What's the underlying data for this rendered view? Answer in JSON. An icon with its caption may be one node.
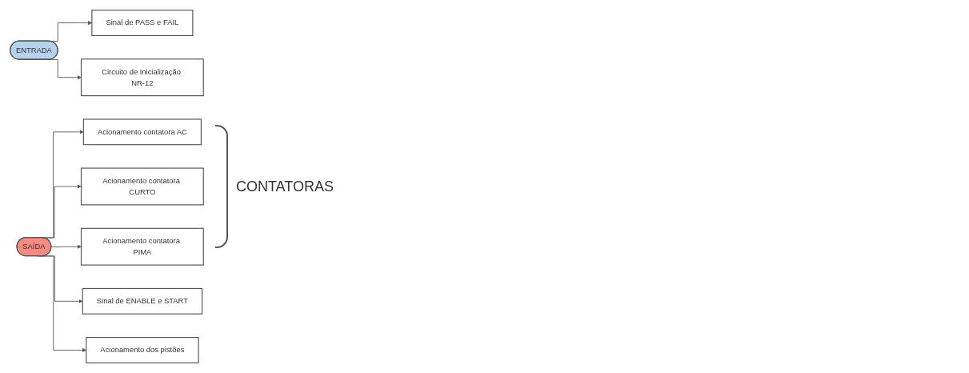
{
  "diagram": {
    "nodes": [
      {
        "text": [
          "ENTRADA"
        ]
      },
      {
        "text": [
          "Sinal de PASS e FAIL"
        ]
      },
      {
        "text": [
          "Circuito de Inicialização NR-12"
        ]
      },
      {
        "text": [
          "SAÍDA"
        ]
      },
      {
        "text": [
          "Acionamento contatora AC"
        ]
      },
      {
        "text": [
          "Acionamento contatora CURTO"
        ]
      },
      {
        "text": [
          "Acionamento contatora PIMA"
        ]
      },
      {
        "text": [
          "Sinal de ENABLE e START"
        ]
      },
      {
        "text": [
          "Acionamento dos pistões"
        ]
      }
    ],
    "edges": [
      {
        "from": 0,
        "to": 1,
        "arrow": "to"
      },
      {
        "from": 0,
        "to": 2,
        "arrow": "to"
      },
      {
        "from": 3,
        "to": 4,
        "arrow": "to"
      },
      {
        "from": 3,
        "to": 5,
        "arrow": "to"
      },
      {
        "from": 3,
        "to": 6,
        "arrow": "to"
      },
      {
        "from": 3,
        "to": 7,
        "arrow": "to"
      },
      {
        "from": 3,
        "to": 8,
        "arrow": "to"
      }
    ],
    "labels": [
      "CONTATORAS"
    ]
  }
}
